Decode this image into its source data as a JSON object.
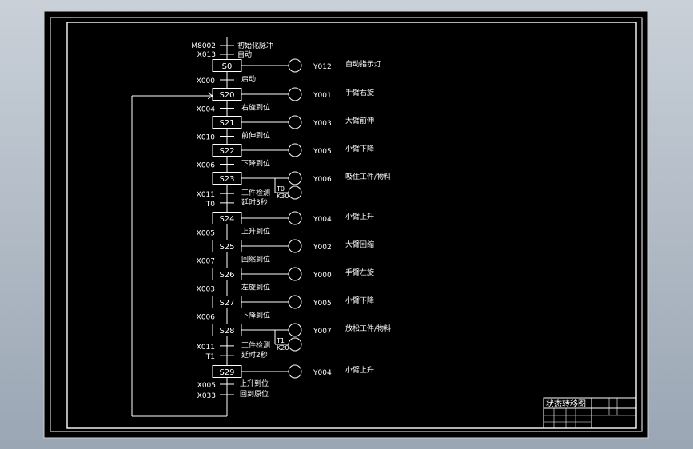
{
  "diagram": {
    "title": "状态转移图",
    "top_conditions": [
      {
        "signal": "M8002",
        "note": "初始化脉冲"
      },
      {
        "signal": "X013",
        "note": "自动"
      }
    ],
    "steps": [
      {
        "id": "S0",
        "output": "Y012",
        "desc": "自动指示灯"
      },
      {
        "id": "S20",
        "output": "Y001",
        "desc": "手臂右旋"
      },
      {
        "id": "S21",
        "output": "Y003",
        "desc": "大臂前伸"
      },
      {
        "id": "S22",
        "output": "Y005",
        "desc": "小臂下降"
      },
      {
        "id": "S23",
        "output": "Y006",
        "desc": "吸住工件/物料",
        "timer": "T0",
        "timer_k": "K30"
      },
      {
        "id": "S24",
        "output": "Y004",
        "desc": "小臂上升"
      },
      {
        "id": "S25",
        "output": "Y002",
        "desc": "大臂回缩"
      },
      {
        "id": "S26",
        "output": "Y000",
        "desc": "手臂左旋"
      },
      {
        "id": "S27",
        "output": "Y005",
        "desc": "小臂下降"
      },
      {
        "id": "S28",
        "output": "Y007",
        "desc": "放松工件/物料",
        "timer": "T1",
        "timer_k": "K20"
      },
      {
        "id": "S29",
        "output": "Y004",
        "desc": "小臂上升"
      }
    ],
    "transitions": [
      [
        {
          "signal": "X000",
          "note": "启动"
        }
      ],
      [
        {
          "signal": "X004",
          "note": "右旋到位"
        }
      ],
      [
        {
          "signal": "X010",
          "note": "前伸到位"
        }
      ],
      [
        {
          "signal": "X006",
          "note": "下降到位"
        }
      ],
      [
        {
          "signal": "X011",
          "note": "工件检测"
        },
        {
          "signal": "T0",
          "note": "延时3秒"
        }
      ],
      [
        {
          "signal": "X005",
          "note": "上升到位"
        }
      ],
      [
        {
          "signal": "X007",
          "note": "回缩到位"
        }
      ],
      [
        {
          "signal": "X003",
          "note": "左旋到位"
        }
      ],
      [
        {
          "signal": "X006",
          "note": "下降到位"
        }
      ],
      [
        {
          "signal": "X011",
          "note": "工件检测"
        },
        {
          "signal": "T1",
          "note": "延时2秒"
        }
      ]
    ],
    "final_conditions": [
      {
        "signal": "X005",
        "note": "上升到位"
      },
      {
        "signal": "X033",
        "note": "回到原位"
      }
    ],
    "colors": {
      "background": "#000000",
      "line": "#ffffff",
      "desktop_top": "#c9d0d8",
      "desktop_bottom": "#9aa6b4",
      "sheet_border": "#d0d0d0"
    }
  }
}
